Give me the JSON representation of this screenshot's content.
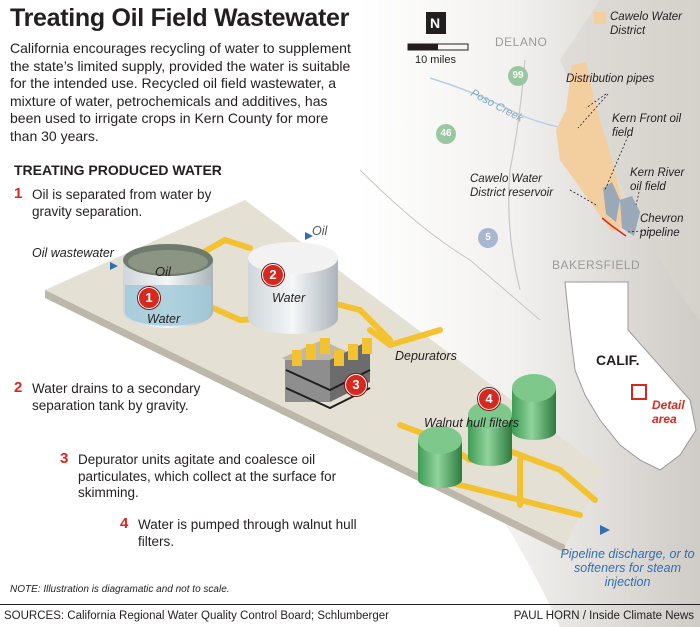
{
  "title": "Treating Oil Field Wastewater",
  "intro": "California encourages recycling of water to supplement the state’s limited supply, provided the water is suitable for the intended use. Recycled oil field wastewater, a mixture of water, petrochemicals and additives, has been used to irrigate crops in Kern County for more than 30 years.",
  "section_heading": "TREATING PRODUCED WATER",
  "steps": [
    {
      "num": "1",
      "text": "Oil is separated from water by gravity separation."
    },
    {
      "num": "2",
      "text": "Water drains to a secondary separation tank by gravity."
    },
    {
      "num": "3",
      "text": "Depurator units agitate and coalesce oil particulates, which collect at the surface for skimming."
    },
    {
      "num": "4",
      "text": "Water is pumped through walnut hull filters."
    }
  ],
  "diagram": {
    "oil_wastewater": "Oil wastewater",
    "oil_top": "Oil",
    "oil_out": "Oil",
    "water_tank1": "Water",
    "water_tank2": "Water",
    "depurators": "Depurators",
    "walnut_filters": "Walnut hull filters",
    "discharge": "Pipeline discharge, or to softeners for steam injection",
    "badges": [
      "1",
      "2",
      "3",
      "4"
    ]
  },
  "map": {
    "legend": "Cawelo Water District",
    "scale": "10 miles",
    "north": "N",
    "cities": [
      "DELANO",
      "BAKERSFIELD"
    ],
    "creek": "Poso Creek",
    "highways": [
      "99",
      "46",
      "5"
    ],
    "labels": {
      "distribution": "Distribution pipes",
      "kern_front": "Kern Front oil field",
      "reservoir": "Cawelo Water District reservoir",
      "kern_river": "Kern River oil field",
      "chevron": "Chevron pipeline"
    },
    "state": "CALIF.",
    "detail": "Detail area",
    "colors": {
      "district": "#f3cf9f",
      "oilfield": "#9aa9b8",
      "detail_box": "#d7281f"
    }
  },
  "note": "NOTE: Illustration is diagramatic and not to scale.",
  "sources": "SOURCES: California Regional Water Quality Control Board; Schlumberger",
  "credit": "PAUL HORN / Inside Climate News"
}
